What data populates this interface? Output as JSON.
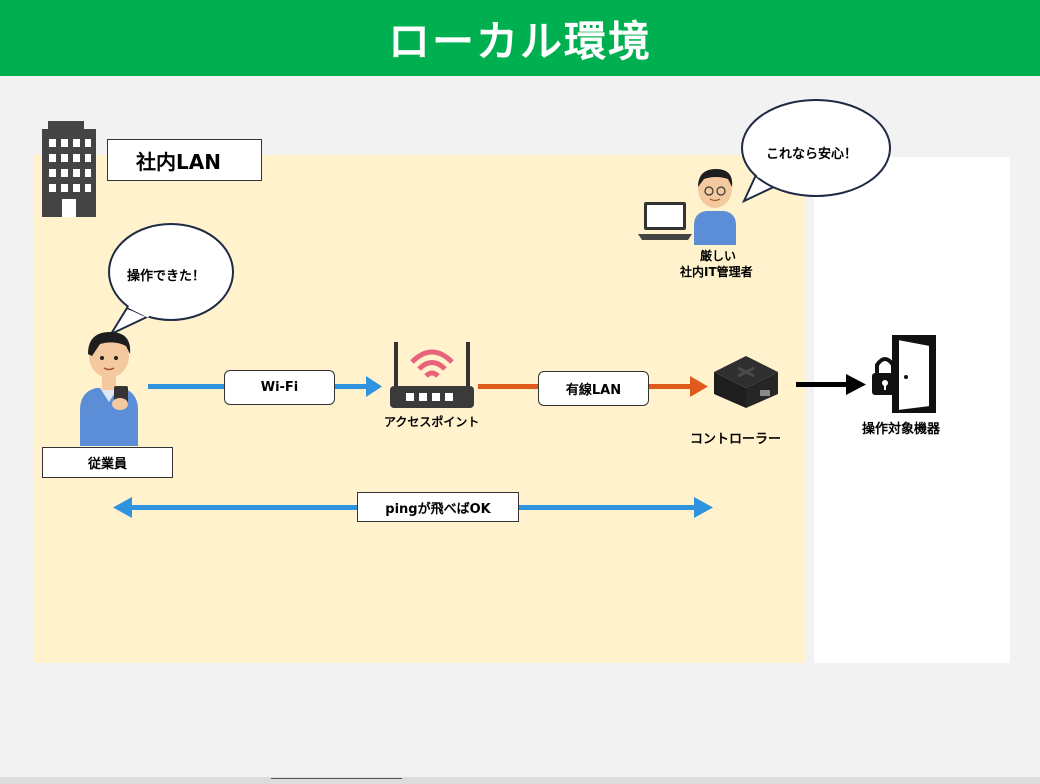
{
  "header": {
    "title": "ローカル環境"
  },
  "zone": {
    "lan_label": "社内LAN"
  },
  "nodes": {
    "employee": "従業員",
    "access_point": "アクセスポイント",
    "controller": "コントローラー",
    "target": "操作対象機器",
    "admin_line1": "厳しい",
    "admin_line2": "社内IT管理者"
  },
  "bubbles": {
    "employee": "操作できた！",
    "admin": "これなら安心！"
  },
  "links": {
    "wifi": "Wi-Fi",
    "wired": "有線LAN",
    "ping": "pingが飛べばOK"
  },
  "colors": {
    "header": "#00b050",
    "lan_zone": "#fff2cc",
    "wifi_arrow": "#2f93e0",
    "wired_arrow": "#e05a1c",
    "control_arrow": "#000000"
  }
}
